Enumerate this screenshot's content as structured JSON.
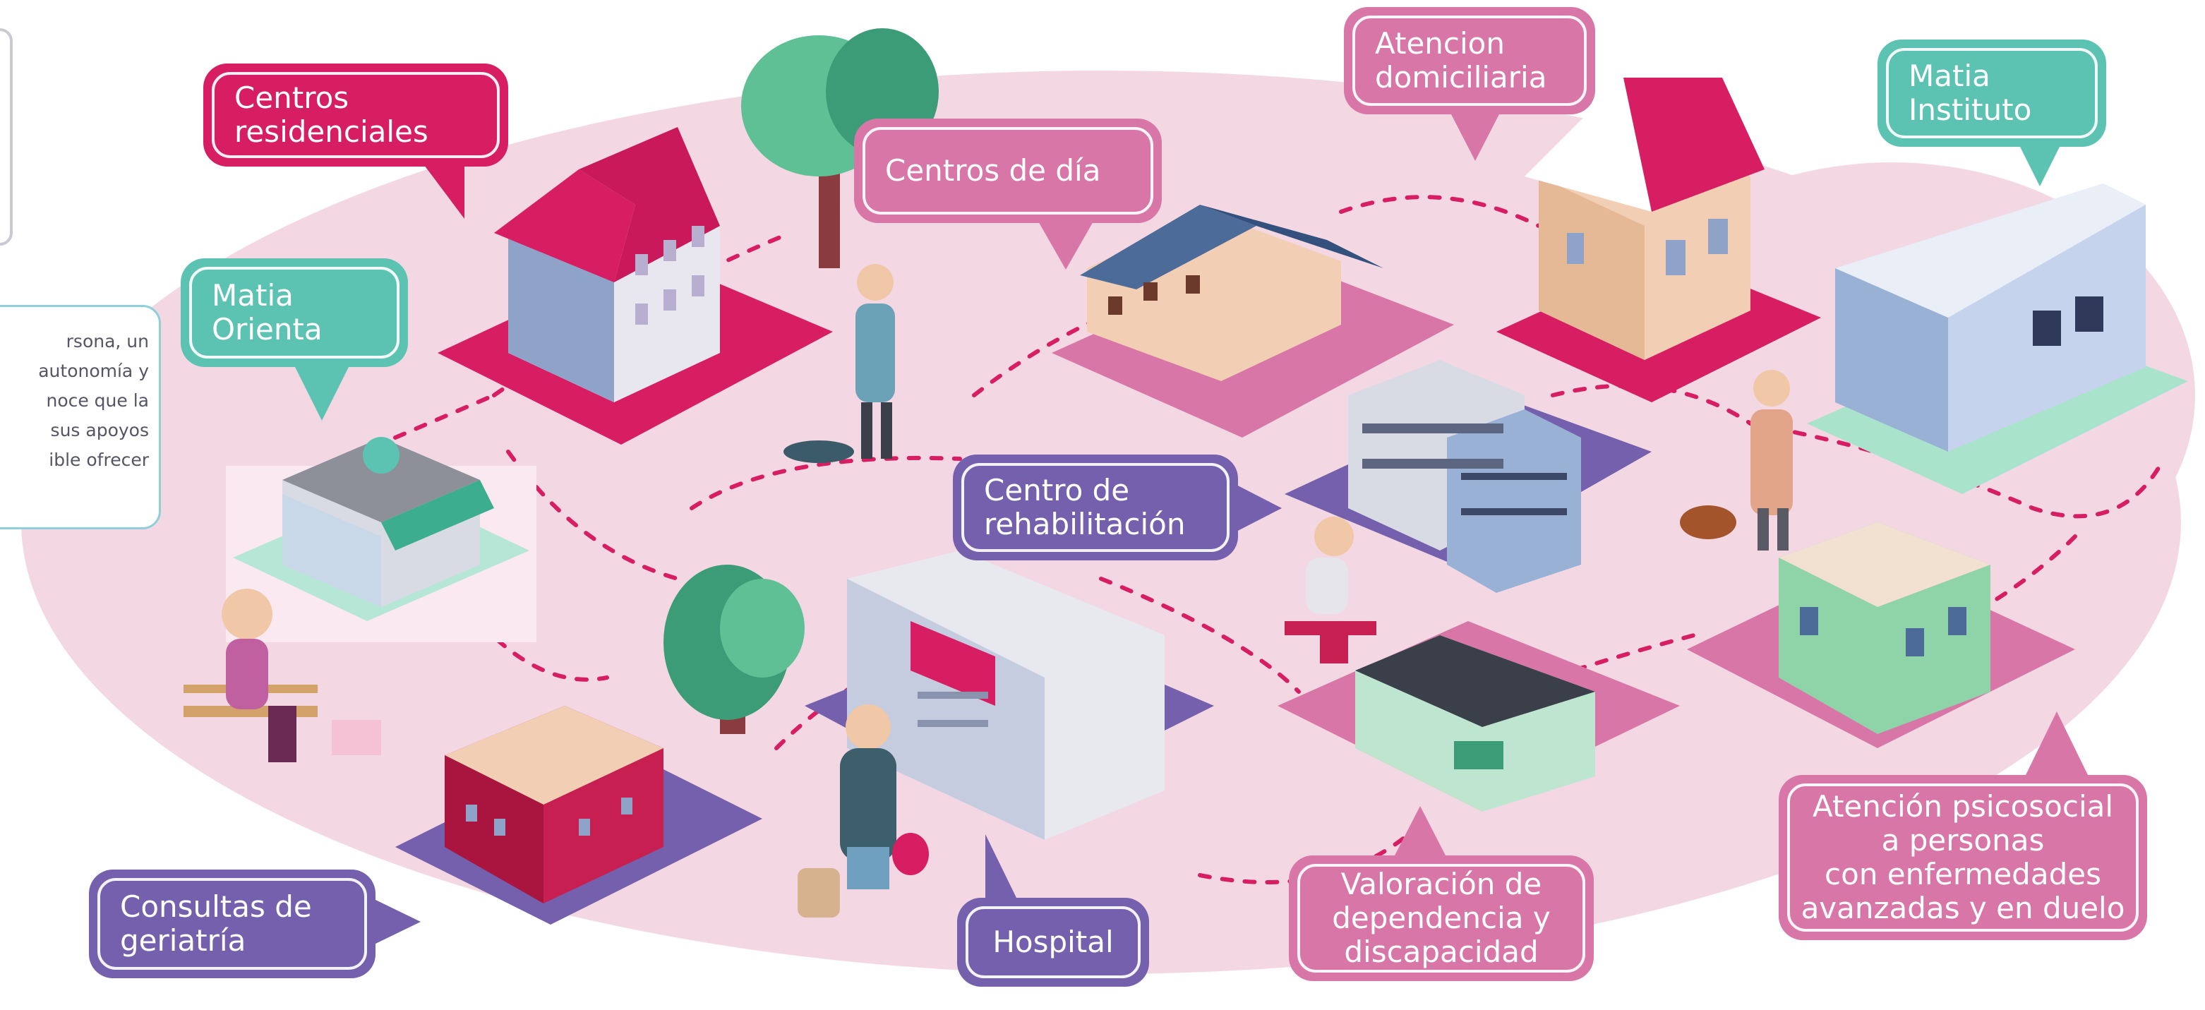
{
  "colors": {
    "magenta": "#d81e63",
    "pink": "#d877a7",
    "teal": "#5cc3b3",
    "purple": "#7460ac",
    "blob": "#f3d8e4",
    "path": "#d81e63"
  },
  "side_note": {
    "lines": [
      "rsona, un",
      "autonomía y",
      "noce que la",
      "sus apoyos",
      "ible ofrecer"
    ]
  },
  "labels": {
    "centros_residenciales": [
      "Centros",
      "residenciales"
    ],
    "matia_orienta": [
      "Matia",
      "Orienta"
    ],
    "centros_de_dia": [
      "Centros de día"
    ],
    "atencion_domiciliaria": [
      "Atencion",
      "domiciliaria"
    ],
    "matia_instituto": [
      "Matia",
      "Instituto"
    ],
    "centro_rehabilitacion": [
      "Centro de",
      "rehabilitación"
    ],
    "consultas_geriatria": [
      "Consultas de",
      "geriatría"
    ],
    "hospital": [
      "Hospital"
    ],
    "valoracion_dependencia": [
      "Valoración de",
      "dependencia y",
      "discapacidad"
    ],
    "atencion_psicosocial": [
      "Atención psicosocial",
      "a personas",
      "con enfermedades",
      "avanzadas y en duelo"
    ]
  }
}
